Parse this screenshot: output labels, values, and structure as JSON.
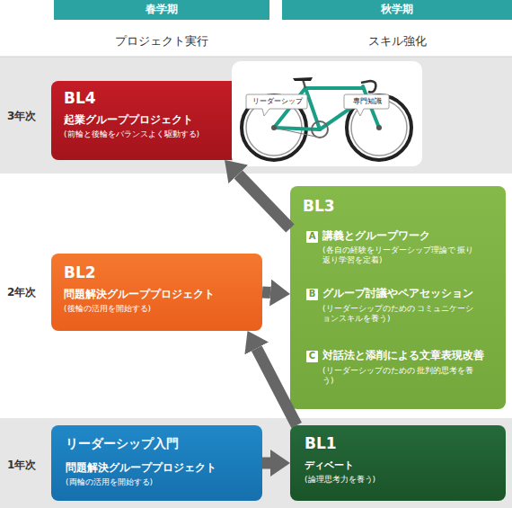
{
  "diagram": {
    "nodes": [
      {
        "text": [
          "春学期"
        ]
      },
      {
        "text": [
          "秋学期"
        ]
      },
      {
        "text": [
          "BL4",
          "起業グループプロジェクト",
          "(前輪と後輪をバランスよく駆動する)"
        ]
      },
      {
        "text": [
          "BL3",
          "講義とグループワーク",
          "(各自の経験をリーダーシップ理論で 振り返り学習を定着)",
          "グループ討議やペアセッション",
          "(リーダーシップのための コミュニケーションスキルを養う)",
          "対話法と添削による文章表現改善",
          "(リーダーシップのための 批判的思考を養う)"
        ]
      },
      {
        "text": [
          "A"
        ],
        "in": 3
      },
      {
        "text": [
          "B"
        ],
        "in": 3
      },
      {
        "text": [
          "C"
        ],
        "in": 3
      },
      {
        "text": [
          "BL2",
          "問題解決グループプロジェクト",
          "(後輪の活用を開始する)"
        ]
      },
      {
        "text": [
          "リーダーシップ入門",
          "問題解決グループプロジェクト",
          "(両輪の活用を開始する)"
        ]
      },
      {
        "text": [
          "BL1",
          "ディベート",
          "(論理思考力を養う)"
        ]
      }
    ],
    "edges": [
      {
        "from": 3,
        "to": 2,
        "arrow": "to"
      },
      {
        "from": 7,
        "to": 3,
        "arrow": "to"
      },
      {
        "from": 9,
        "to": 7,
        "arrow": "to"
      },
      {
        "from": 8,
        "to": 9,
        "arrow": "to"
      }
    ],
    "labels": [
      "プロジェクト実行",
      "スキル強化",
      "3年次",
      "2年次",
      "1年次",
      "リーダーシップ",
      "専門知識"
    ]
  }
}
